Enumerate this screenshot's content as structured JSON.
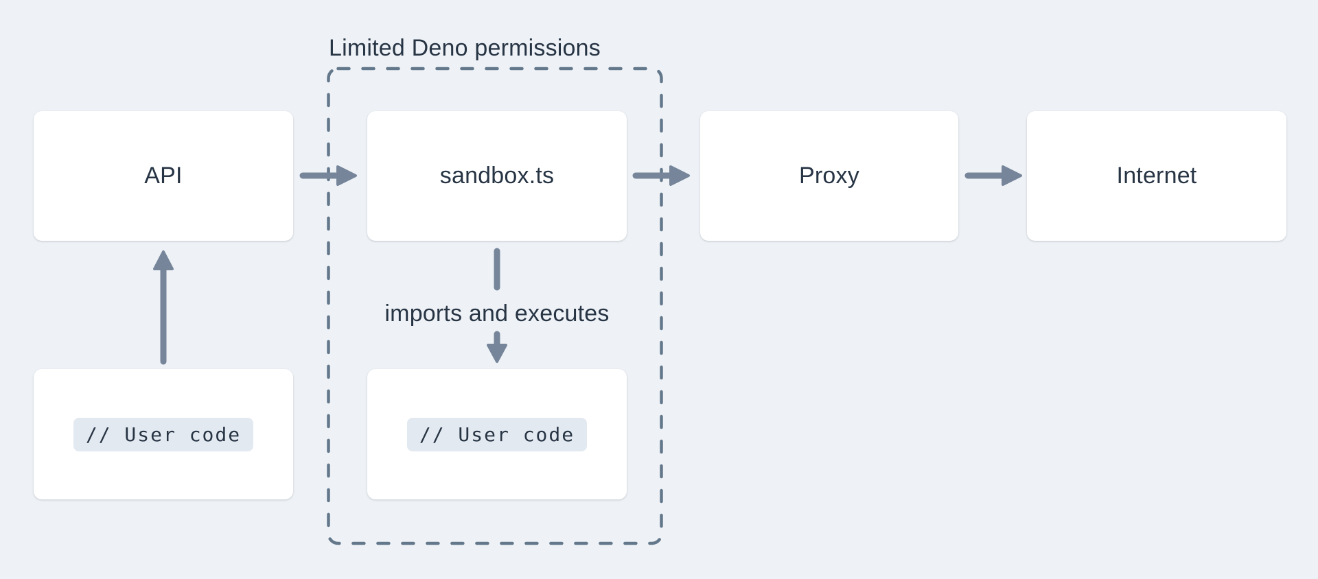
{
  "theme": {
    "background": "#eef2f6",
    "card": "#ffffff",
    "text": "#273444",
    "arrow": "#76859a",
    "dash": "#64788c",
    "chip_background": "#e3e9f0"
  },
  "diagram": {
    "permissions_group": {
      "title": "Limited Deno permissions"
    },
    "nodes": {
      "api": {
        "label": "API"
      },
      "sandbox": {
        "label": "sandbox.ts"
      },
      "proxy": {
        "label": "Proxy"
      },
      "internet": {
        "label": "Internet"
      },
      "api_user_code": {
        "label": "// User code"
      },
      "sandbox_user_code": {
        "label": "// User code"
      }
    },
    "labels": {
      "imports": "imports and executes"
    }
  }
}
